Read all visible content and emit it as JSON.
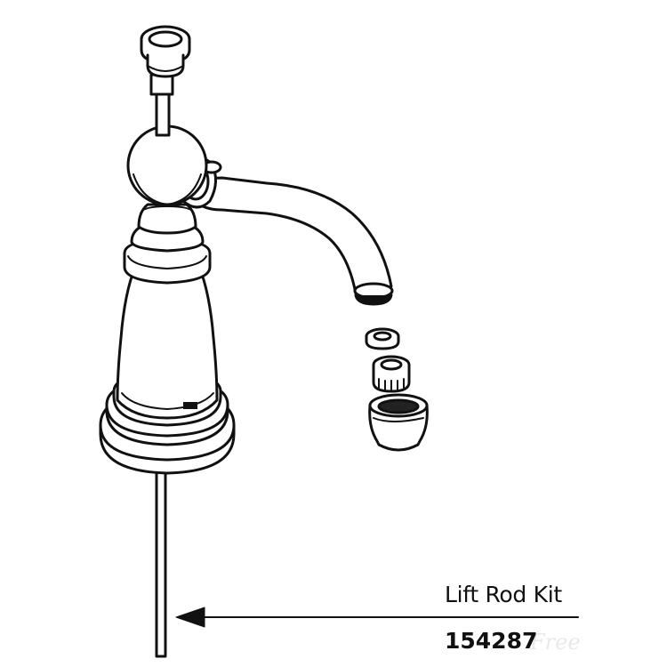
{
  "callout": {
    "name": "Lift Rod Kit",
    "part_number": "154287"
  },
  "watermark": {
    "text": "Free"
  }
}
